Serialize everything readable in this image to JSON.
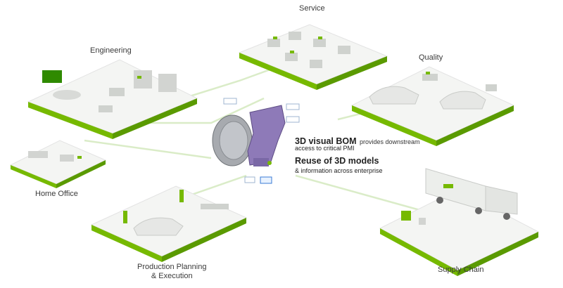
{
  "areas": {
    "service": "Service",
    "engineering": "Engineering",
    "quality": "Quality",
    "home_office": "Home Office",
    "production_line1": "Production Planning",
    "production_line2": "& Execution",
    "supply_chain": "Supply Chain"
  },
  "callouts": {
    "bom_title": "3D visual BOM",
    "bom_text_a": "provides downstream",
    "bom_text_b": "access to critical PMI",
    "reuse_title": "Reuse of 3D models",
    "reuse_text": "& information across enterprise"
  },
  "colors": {
    "accent_green": "#76b900",
    "platform_top": "#f4f5f3",
    "connector": "#d9ecc4"
  }
}
